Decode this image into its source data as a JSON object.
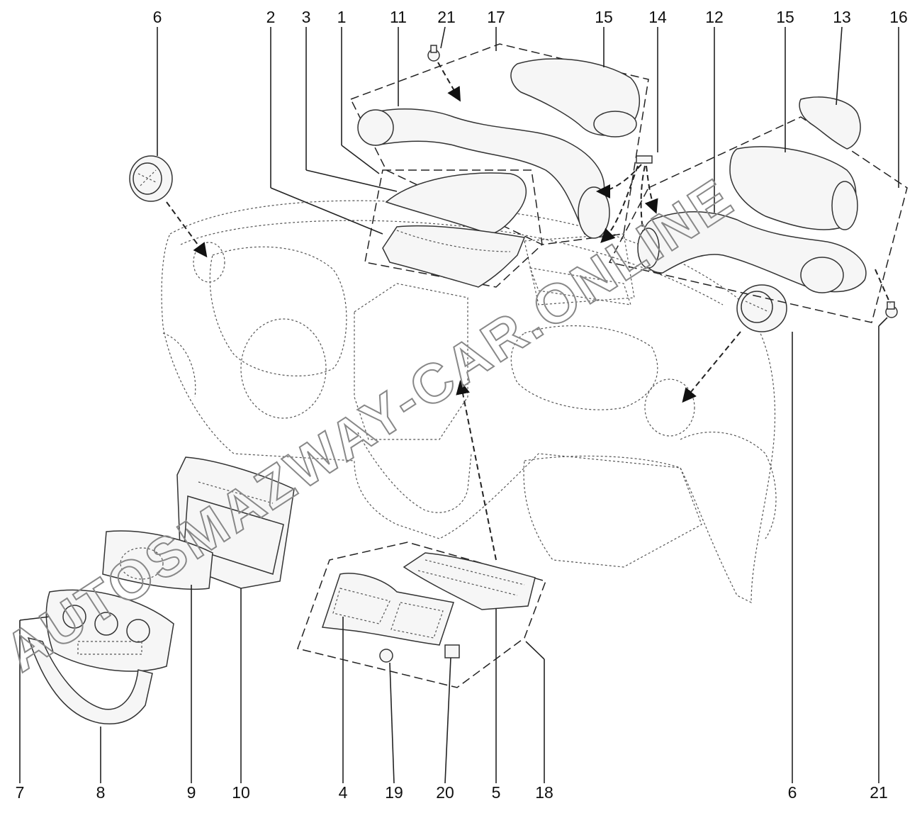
{
  "watermark": "AUTOSMAZWAY-CAR.ONLINE",
  "callouts": {
    "c6_top": "6",
    "c2": "2",
    "c3": "3",
    "c1": "1",
    "c11": "11",
    "c21_top": "21",
    "c17": "17",
    "c15_a": "15",
    "c14": "14",
    "c12": "12",
    "c15_b": "15",
    "c13": "13",
    "c16": "16",
    "c7": "7",
    "c8": "8",
    "c9": "9",
    "c10": "10",
    "c4": "4",
    "c19": "19",
    "c20": "20",
    "c5": "5",
    "c18": "18",
    "c6_bottom": "6",
    "c21_bottom": "21"
  }
}
